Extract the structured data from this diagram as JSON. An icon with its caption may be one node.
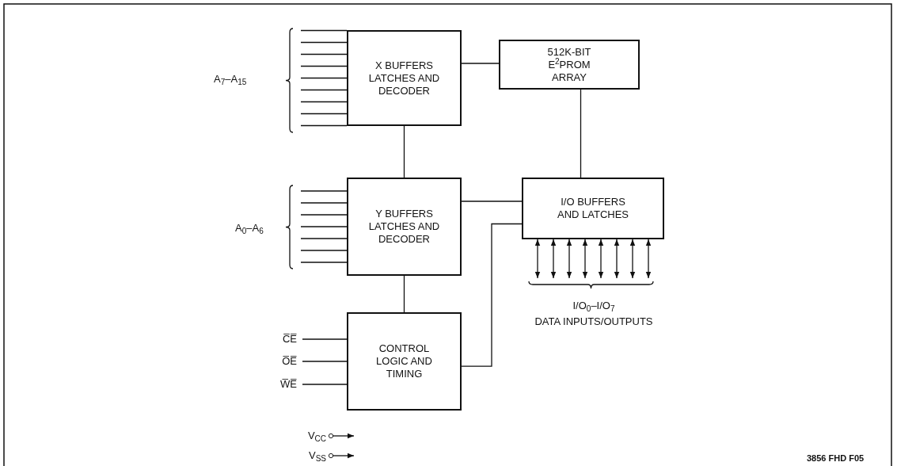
{
  "diagram": {
    "nodes": [
      {
        "text": [
          "X BUFFERS LATCHES AND DECODER"
        ]
      },
      {
        "text": [
          "512K-BIT E$^{2}$PROM ARRAY"
        ]
      },
      {
        "text": [
          "Y BUFFERS LATCHES AND DECODER"
        ]
      },
      {
        "text": [
          "I/O BUFFERS AND LATCHES"
        ]
      },
      {
        "text": [
          "C̅E̅"
        ]
      },
      {
        "text": [
          "CONTROL LOGIC AND TIMING"
        ]
      },
      {
        "text": [
          "O̅E̅"
        ]
      },
      {
        "text": [
          "W̅E̅"
        ]
      },
      {
        "text": [
          "V$_{CC}$"
        ]
      },
      {
        "text": [
          "V$_{SS}$"
        ]
      }
    ],
    "edges": [
      {
        "from": 0,
        "to": 1,
        "arrow": "none"
      },
      {
        "from": 0,
        "to": 2,
        "arrow": "none"
      },
      {
        "from": 1,
        "to": 3,
        "arrow": "none"
      },
      {
        "from": 2,
        "to": 3,
        "arrow": "none"
      },
      {
        "from": 2,
        "to": 5,
        "arrow": "none"
      },
      {
        "from": 5,
        "to": 3,
        "arrow": "none"
      },
      {
        "from": 4,
        "to": 5,
        "arrow": "none"
      },
      {
        "from": 6,
        "to": 5,
        "arrow": "none"
      },
      {
        "from": 7,
        "to": 5,
        "arrow": "none"
      },
      {
        "from": 8,
        "to": null,
        "arrow": "to"
      },
      {
        "from": 9,
        "to": null,
        "arrow": "to"
      },
      {
        "from": 3,
        "to": null,
        "arrow": "both"
      },
      {
        "from": 3,
        "to": null,
        "arrow": "both"
      },
      {
        "from": 3,
        "to": null,
        "arrow": "both"
      },
      {
        "from": 3,
        "to": null,
        "arrow": "both"
      },
      {
        "from": 3,
        "to": null,
        "arrow": "both"
      },
      {
        "from": 3,
        "to": null,
        "arrow": "both"
      },
      {
        "from": 3,
        "to": null,
        "arrow": "both"
      },
      {
        "from": 3,
        "to": null,
        "arrow": "both"
      },
      {
        "from": null,
        "to": 0,
        "arrow": "none"
      },
      {
        "from": null,
        "to": 0,
        "arrow": "none"
      },
      {
        "from": null,
        "to": 0,
        "arrow": "none"
      },
      {
        "from": null,
        "to": 0,
        "arrow": "none"
      },
      {
        "from": null,
        "to": 0,
        "arrow": "none"
      },
      {
        "from": null,
        "to": 0,
        "arrow": "none"
      },
      {
        "from": null,
        "to": 0,
        "arrow": "none"
      },
      {
        "from": null,
        "to": 0,
        "arrow": "none"
      },
      {
        "from": null,
        "to": 0,
        "arrow": "none"
      },
      {
        "from": null,
        "to": 2,
        "arrow": "none"
      },
      {
        "from": null,
        "to": 2,
        "arrow": "none"
      },
      {
        "from": null,
        "to": 2,
        "arrow": "none"
      },
      {
        "from": null,
        "to": 2,
        "arrow": "none"
      },
      {
        "from": null,
        "to": 2,
        "arrow": "none"
      },
      {
        "from": null,
        "to": 2,
        "arrow": "none"
      },
      {
        "from": null,
        "to": 2,
        "arrow": "none"
      }
    ],
    "labels": [
      "A$_{7}$–A$_{15}$",
      "A$_{0}$–A$_{6}$",
      "I/O$_{0}$–I/O$_{7}$",
      "DATA INPUTS/OUTPUTS",
      "3856 FHD F05"
    ]
  }
}
